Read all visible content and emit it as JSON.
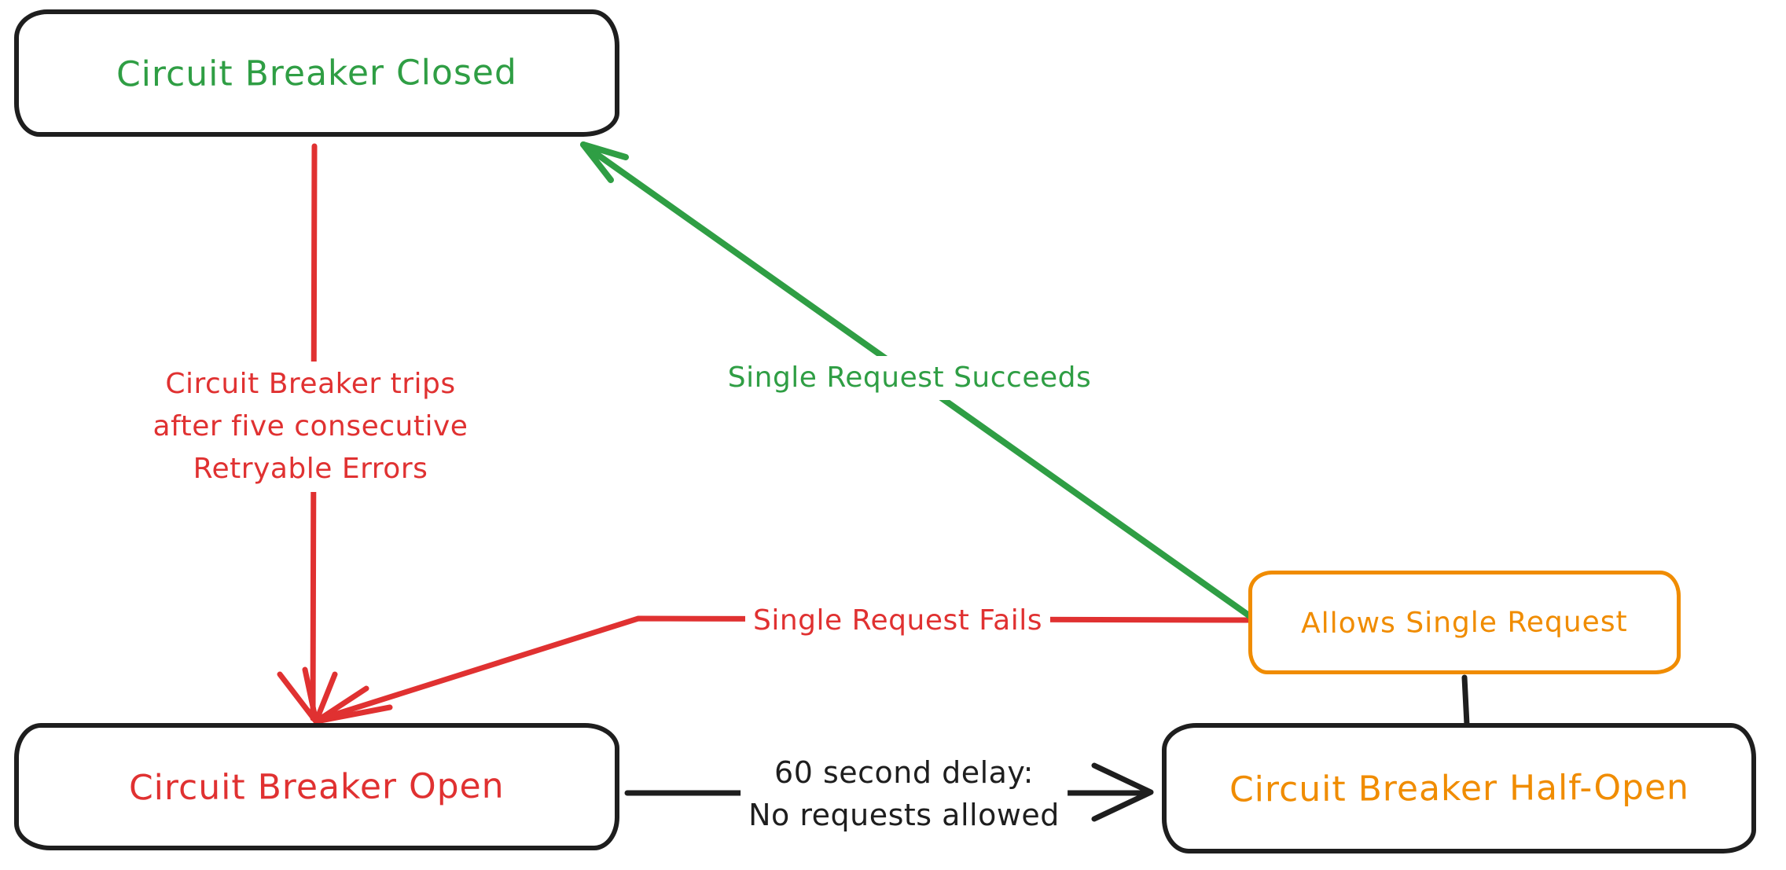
{
  "nodes": {
    "closed": {
      "label": "Circuit Breaker Closed",
      "text_color": "#2f9e44",
      "border_color": "#1e1e1e"
    },
    "open": {
      "label": "Circuit Breaker Open",
      "text_color": "#e03131",
      "border_color": "#1e1e1e"
    },
    "half_open": {
      "label": "Circuit Breaker Half-Open",
      "text_color": "#f08c00",
      "border_color": "#1e1e1e"
    },
    "allows": {
      "label": "Allows Single Request",
      "text_color": "#f08c00",
      "border_color": "#f08c00"
    }
  },
  "edges": {
    "trip": {
      "lines": [
        "Circuit Breaker trips",
        "after five consecutive",
        "Retryable Errors"
      ],
      "color": "#e03131",
      "from": "closed",
      "to": "open"
    },
    "succeeds": {
      "label": "Single Request Succeeds",
      "color": "#2f9e44",
      "from": "allows",
      "to": "closed"
    },
    "fails": {
      "label": "Single Request Fails",
      "color": "#e03131",
      "from": "allows",
      "to": "open"
    },
    "delay": {
      "lines": [
        "60 second delay:",
        "No requests allowed"
      ],
      "color": "#1e1e1e",
      "from": "open",
      "to": "half_open"
    },
    "allows_connector": {
      "color": "#1e1e1e",
      "from": "allows",
      "to": "half_open"
    }
  },
  "colors": {
    "green": "#2f9e44",
    "red": "#e03131",
    "orange": "#f08c00",
    "ink": "#1e1e1e",
    "background": "#ffffff"
  }
}
